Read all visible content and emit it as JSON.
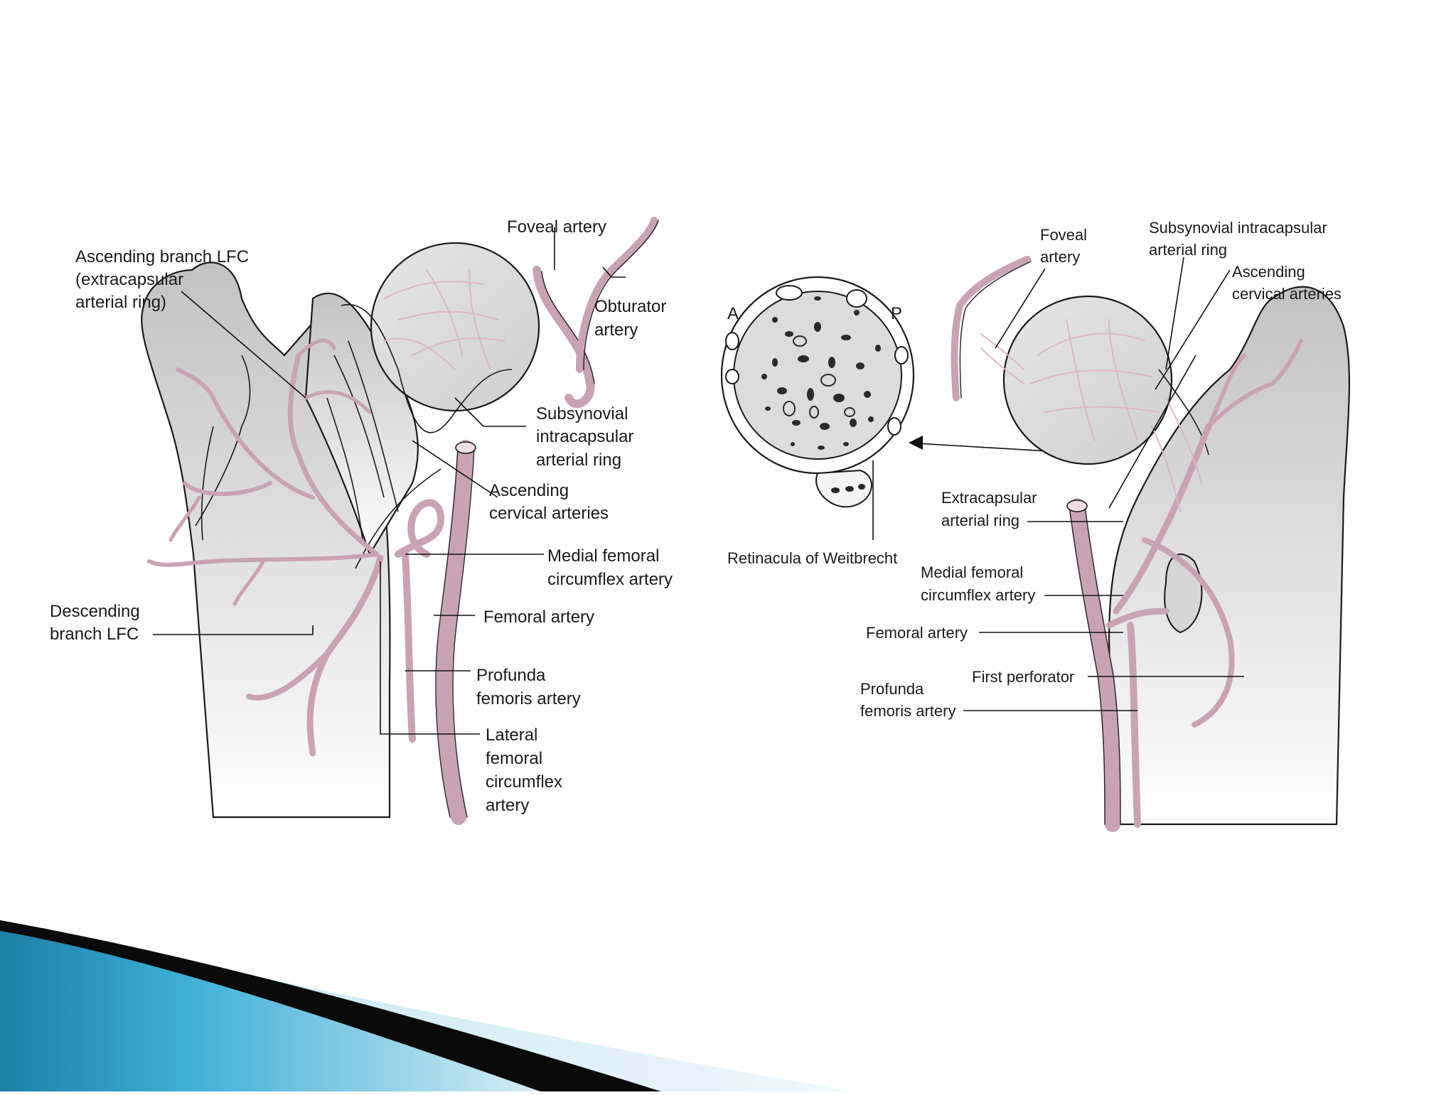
{
  "left_figure": {
    "labels": {
      "foveal_artery": "Foveal artery",
      "ascending_branch_lfc_1": "Ascending branch LFC",
      "ascending_branch_lfc_2": "(extracapsular",
      "ascending_branch_lfc_3": "arterial ring)",
      "obturator_artery_1": "Obturator",
      "obturator_artery_2": "artery",
      "subsynovial_1": "Subsynovial",
      "subsynovial_2": "intracapsular",
      "subsynovial_3": "arterial ring",
      "ascending_cervical_1": "Ascending",
      "ascending_cervical_2": "cervical arteries",
      "medial_femoral_1": "Medial femoral",
      "medial_femoral_2": "circumflex artery",
      "descending_branch_1": "Descending",
      "descending_branch_2": "branch LFC",
      "femoral_artery": "Femoral artery",
      "profunda_1": "Profunda",
      "profunda_2": "femoris artery",
      "lateral_femoral_1": "Lateral",
      "lateral_femoral_2": "femoral",
      "lateral_femoral_3": "circumflex",
      "lateral_femoral_4": "artery"
    }
  },
  "cross_section": {
    "labels": {
      "anterior": "A",
      "posterior": "P",
      "retinacula": "Retinacula of Weitbrecht"
    }
  },
  "right_figure": {
    "labels": {
      "foveal_artery_1": "Foveal",
      "foveal_artery_2": "artery",
      "subsynovial_1": "Subsynovial intracapsular",
      "subsynovial_2": "arterial ring",
      "ascending_cervical_1": "Ascending",
      "ascending_cervical_2": "cervical arteries",
      "extracapsular_1": "Extracapsular",
      "extracapsular_2": "arterial ring",
      "medial_femoral_1": "Medial femoral",
      "medial_femoral_2": "circumflex artery",
      "femoral_artery": "Femoral artery",
      "first_perforator": "First perforator",
      "profunda_1": "Profunda",
      "profunda_2": "femoris artery"
    }
  },
  "colors": {
    "artery": "#c9a3b4",
    "bone_shade": "#c8c8c8",
    "banner_blue": "#1f8fb8",
    "banner_dark": "#0a0a0a"
  }
}
